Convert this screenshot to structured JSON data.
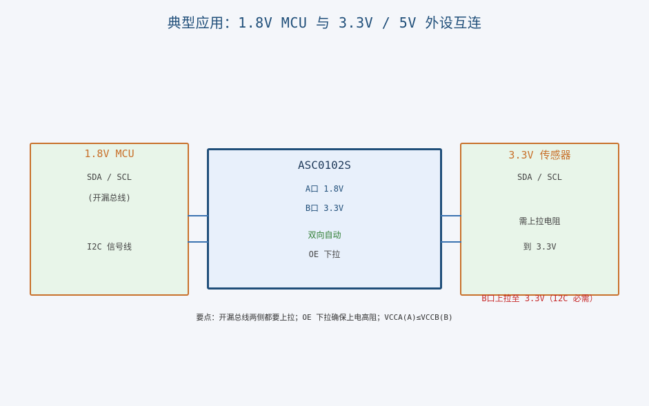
{
  "title": "典型应用：1.8V MCU 与 3.3V / 5V 外设互连",
  "mcu": {
    "title": "1.8V MCU",
    "line1": "SDA / SCL",
    "line2": "(开漏总线)",
    "line3": "I2C 信号线"
  },
  "chip": {
    "title": "ASC0102S",
    "port_a": "A口 1.8V",
    "port_b": "B口 3.3V",
    "mode": "双向自动",
    "oe": "OE 下拉"
  },
  "sensor": {
    "title": "3.3V 传感器",
    "line1": "SDA / SCL",
    "line2": "需上拉电阻",
    "line3": "到 3.3V",
    "warning": "B口上拉至 3.3V（I2C 必需）"
  },
  "note": "要点：开漏总线两侧都要上拉；OE 下拉确保上电高阻；VCCA(A)≤VCCB(B)",
  "colors": {
    "title": "#1f4e79",
    "side_border": "#c8702a",
    "side_fill": "#e8f5e9",
    "chip_border": "#1f4e79",
    "chip_fill": "#e8f0fb",
    "wire": "#3a72b0",
    "warning": "#c62828",
    "green": "#2e7d32"
  }
}
